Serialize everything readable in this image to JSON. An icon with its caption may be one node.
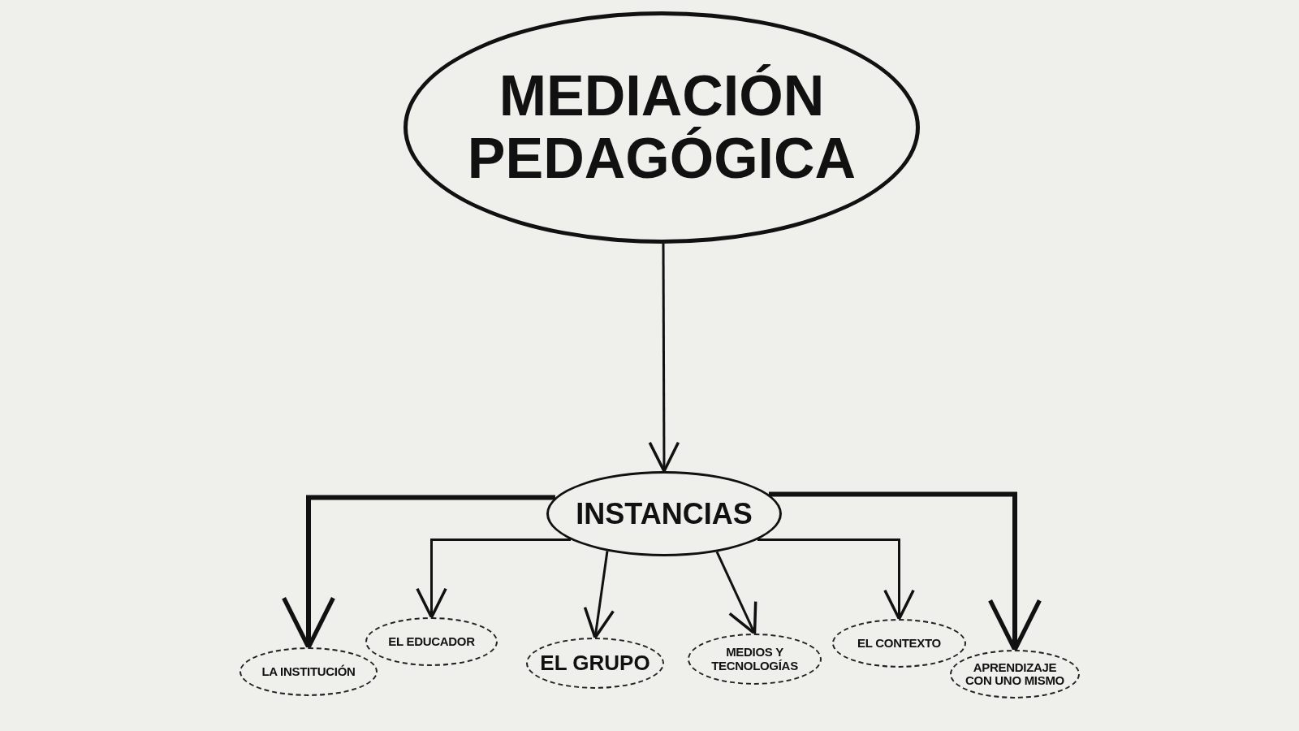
{
  "diagram": {
    "nodes": [
      {
        "text": [
          "MEDIACIÓN PEDAGÓGICA"
        ]
      },
      {
        "text": [
          "INSTANCIAS"
        ]
      },
      {
        "text": [
          "LA INSTITUCIÓN"
        ]
      },
      {
        "text": [
          "EL EDUCADOR"
        ]
      },
      {
        "text": [
          "EL GRUPO"
        ]
      },
      {
        "text": [
          "MEDIOS Y TECNOLOGÍAS"
        ]
      },
      {
        "text": [
          "EL CONTEXTO"
        ]
      },
      {
        "text": [
          "APRENDIZAJE CON UNO MISMO"
        ]
      }
    ],
    "edges": [
      {
        "from": 0,
        "to": 1,
        "arrow": "to"
      },
      {
        "from": 1,
        "to": 2,
        "arrow": "to",
        "style": "thick"
      },
      {
        "from": 1,
        "to": 3,
        "arrow": "to"
      },
      {
        "from": 1,
        "to": 4,
        "arrow": "to"
      },
      {
        "from": 1,
        "to": 5,
        "arrow": "to"
      },
      {
        "from": 1,
        "to": 6,
        "arrow": "to"
      },
      {
        "from": 1,
        "to": 7,
        "arrow": "to",
        "style": "thick"
      }
    ]
  }
}
